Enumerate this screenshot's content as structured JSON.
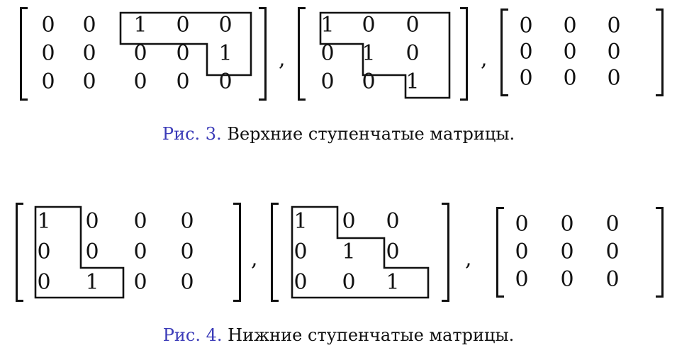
{
  "figure3": {
    "label": "Рис. 3.",
    "text": "Верхние ступенчатые матрицы.",
    "matrices": [
      {
        "rows": [
          [
            "0",
            "0",
            "1",
            "0",
            "0"
          ],
          [
            "0",
            "0",
            "0",
            "0",
            "1"
          ],
          [
            "0",
            "0",
            "0",
            "0",
            "0"
          ]
        ]
      },
      {
        "rows": [
          [
            "1",
            "0",
            "0"
          ],
          [
            "0",
            "1",
            "0"
          ],
          [
            "0",
            "0",
            "1"
          ]
        ]
      },
      {
        "rows": [
          [
            "0",
            "0",
            "0"
          ],
          [
            "0",
            "0",
            "0"
          ],
          [
            "0",
            "0",
            "0"
          ]
        ]
      }
    ]
  },
  "figure4": {
    "label": "Рис. 4.",
    "text": "Нижние ступенчатые матрицы.",
    "matrices": [
      {
        "rows": [
          [
            "1",
            "0",
            "0",
            "0"
          ],
          [
            "0",
            "0",
            "0",
            "0"
          ],
          [
            "0",
            "1",
            "0",
            "0"
          ]
        ]
      },
      {
        "rows": [
          [
            "1",
            "0",
            "0"
          ],
          [
            "0",
            "1",
            "0"
          ],
          [
            "0",
            "0",
            "1"
          ]
        ]
      },
      {
        "rows": [
          [
            "0",
            "0",
            "0"
          ],
          [
            "0",
            "0",
            "0"
          ],
          [
            "0",
            "0",
            "0"
          ]
        ]
      }
    ]
  },
  "separator": ","
}
